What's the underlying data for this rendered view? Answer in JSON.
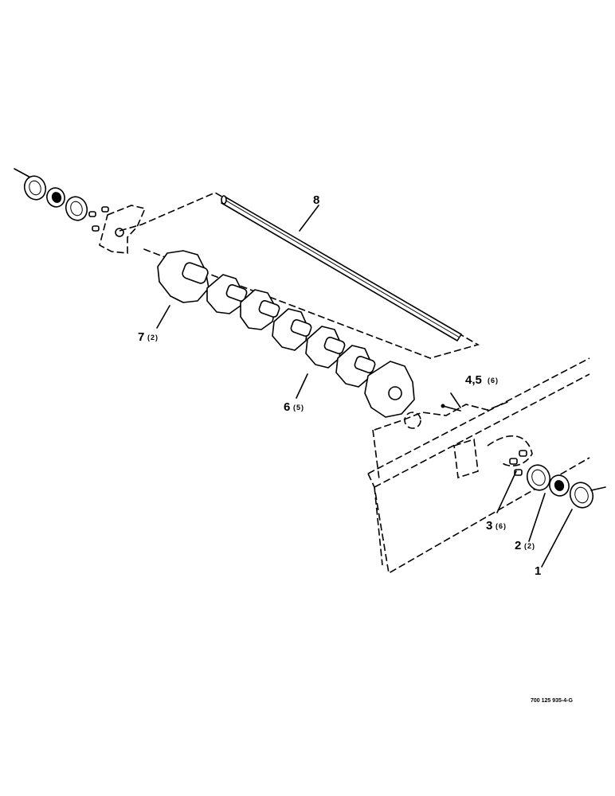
{
  "callouts": [
    {
      "num": "8",
      "qty": ""
    },
    {
      "num": "7",
      "qty": "(2)"
    },
    {
      "num": "6",
      "qty": "(5)"
    },
    {
      "num": "4,5",
      "qty": "(6)"
    },
    {
      "num": "3",
      "qty": "(6)"
    },
    {
      "num": "2",
      "qty": "(2)"
    },
    {
      "num": "1",
      "qty": ""
    }
  ],
  "reference": "700 125 935-4-G"
}
